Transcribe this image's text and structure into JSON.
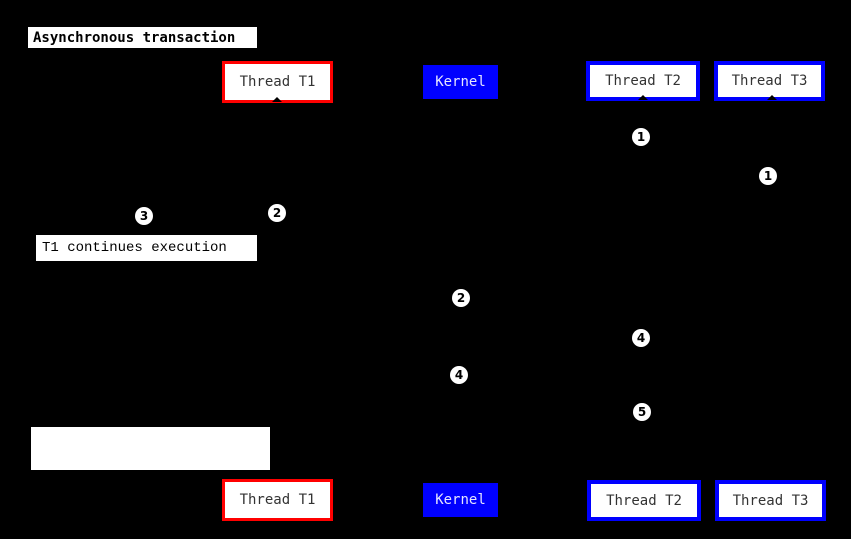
{
  "diagram": {
    "title": "Asynchronous transaction",
    "note": "T1 continues execution",
    "participants": {
      "top": [
        "Thread T1",
        "Kernel",
        "Thread T2",
        "Thread T3"
      ],
      "bottom": [
        "Thread T1",
        "Kernel",
        "Thread T2",
        "Thread T3"
      ]
    },
    "markers": [
      {
        "label": "1"
      },
      {
        "label": "1"
      },
      {
        "label": "2"
      },
      {
        "label": "3"
      },
      {
        "label": "2"
      },
      {
        "label": "4"
      },
      {
        "label": "4"
      },
      {
        "label": "5"
      }
    ],
    "colors": {
      "background": "#000000",
      "thread_t1_border": "#ff0000",
      "thread_t2_border": "#0000ff",
      "thread_t3_border": "#0000ff",
      "kernel_fill": "#0000ff",
      "kernel_text": "#e6e6ff",
      "participant_text": "#333333",
      "box_fill": "#ffffff",
      "marker_fill": "#ffffff",
      "marker_text": "#000000"
    }
  }
}
